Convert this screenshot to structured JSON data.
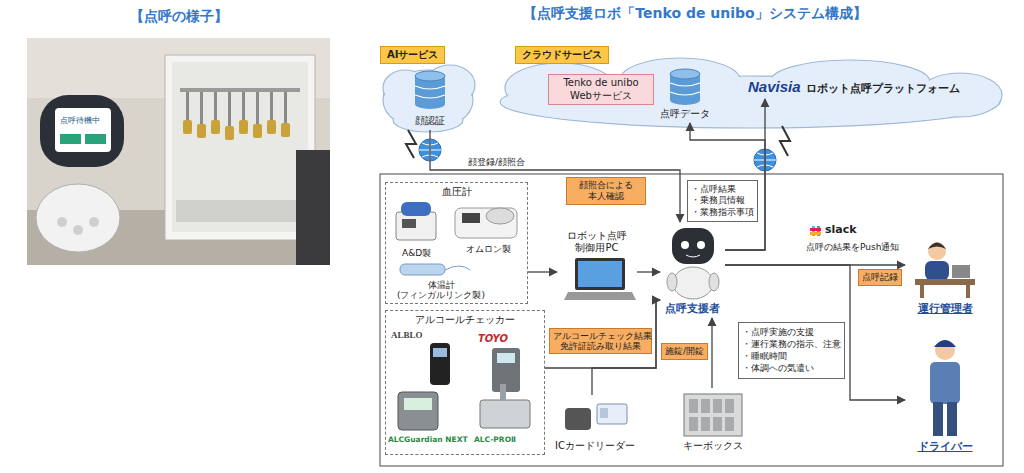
{
  "diagram": {
    "title": "【点呼支援ロボ「Tenko de unibo」システム構成】",
    "nodes": [
      {
        "text": [
          "AIサービス"
        ]
      },
      {
        "text": [
          "クラウドサービス"
        ]
      },
      {
        "text": [
          "Tenko de unibo Webサービス"
        ]
      },
      {
        "text": [
          "Navisia",
          "ロボット点呼プラットフォーム"
        ]
      },
      {
        "text": [
          "顔認証"
        ]
      },
      {
        "text": [
          "点呼データ"
        ]
      },
      {
        "text": [
          "顔照合による 本人確認"
        ]
      },
      {
        "text": [
          "血圧計"
        ]
      },
      {
        "text": [
          "・点呼結果",
          "・乗務員情報",
          "・業務指示事項"
        ]
      },
      {
        "text": [
          "ロボット点呼 制御用PC"
        ]
      },
      {
        "text": [
          "点呼支援者"
        ]
      },
      {
        "text": [
          "運行管理者"
        ]
      },
      {
        "text": [
          "アルコールチェッカー"
        ]
      },
      {
        "text": [
          "アルコールチェック結果 免許証読み取り結果"
        ]
      },
      {
        "text": [
          "施錠/開錠"
        ]
      },
      {
        "text": [
          "点呼記録"
        ]
      },
      {
        "text": [
          "・点呼実施の支援",
          "・運行業務の指示、注意",
          "・睡眠時間",
          "・体調への気遣い"
        ]
      },
      {
        "text": [
          "ICカードリーダー"
        ]
      },
      {
        "text": [
          "キーボックス"
        ]
      },
      {
        "text": [
          "ドライバー"
        ]
      }
    ],
    "edges": [
      {
        "from": 4,
        "to": 10,
        "label": "顔登録/顔照合",
        "arrow": "to"
      },
      {
        "from": 7,
        "to": 9,
        "arrow": "to"
      },
      {
        "from": 9,
        "to": 10,
        "arrow": "to"
      },
      {
        "from": 12,
        "to": 10,
        "arrow": "to"
      },
      {
        "from": 17,
        "to": 10,
        "arrow": "to"
      },
      {
        "from": 18,
        "to": 10,
        "arrow": "to"
      },
      {
        "from": 10,
        "to": 5,
        "arrow": "to"
      },
      {
        "from": 10,
        "to": 3,
        "arrow": "to"
      },
      {
        "from": 10,
        "to": 11,
        "arrow": "to"
      },
      {
        "from": 10,
        "to": 19,
        "arrow": "to"
      }
    ],
    "labels": [
      "【点呼の様子】",
      "点呼待機中",
      "A&D製",
      "オムロン製",
      "体温計 (フィンガルリンク製)",
      "ALBLO",
      "TOYO",
      "ALCGuardian NEXT",
      "ALC-PROⅡ",
      "slack",
      "点呼の結果をPush通知"
    ]
  }
}
